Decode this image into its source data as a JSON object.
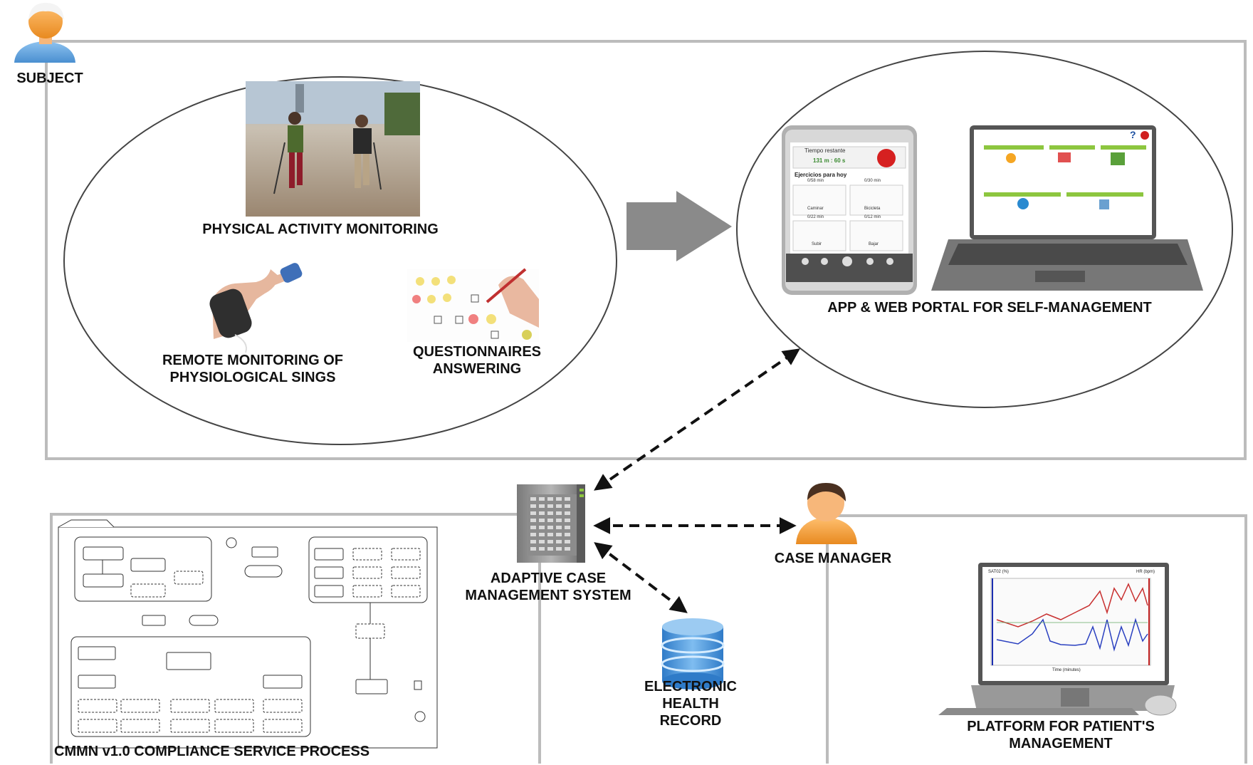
{
  "labels": {
    "subject": "SUBJECT",
    "physical_activity": "PHYSICAL ACTIVITY MONITORING",
    "remote_monitoring": "REMOTE MONITORING OF\nPHYSIOLOGICAL SINGS",
    "questionnaires": "QUESTIONNAIRES\nANSWERING",
    "app_portal": "APP & WEB PORTAL FOR SELF-MANAGEMENT",
    "acms": "ADAPTIVE CASE\nMANAGEMENT SYSTEM",
    "case_manager": "CASE MANAGER",
    "ehr": "ELECTRONIC\nHEALTH\nRECORD",
    "platform": "PLATFORM FOR PATIENT'S\nMANAGEMENT",
    "cmmn": "CMMN v1.0 COMPLIANCE SERVICE PROCESS"
  },
  "phone": {
    "remaining_label": "Tiempo restante",
    "remaining_value": "131 m : 60 s",
    "exercises_title": "Ejercicios para hoy",
    "tiles": [
      {
        "time": "0/58 min",
        "name": "Caminar"
      },
      {
        "time": "0/30 min",
        "name": "Bicicleta"
      },
      {
        "time": "0/22 min",
        "name": "Subir"
      },
      {
        "time": "0/12 min",
        "name": "Bajar"
      }
    ]
  },
  "colors": {
    "frame": "#bcbcbc",
    "arrow": "#8a8a8a",
    "accent_green": "#8dc63f",
    "db_blue": "#4a90d9",
    "person_orange": "#f5a040"
  },
  "chart": {
    "left_title": "SAT02 (%)",
    "right_title": "HR (bpm)",
    "x_axis": "Time (minutes)"
  }
}
